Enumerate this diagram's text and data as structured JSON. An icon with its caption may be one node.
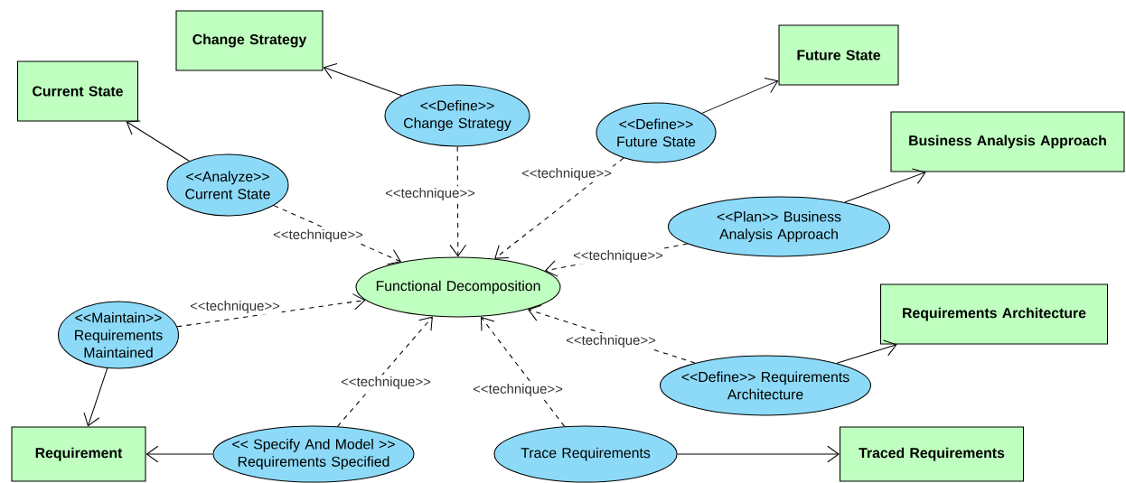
{
  "diagram": {
    "nodes": [
      {
        "text": [
          "Change Strategy"
        ]
      },
      {
        "text": [
          "Current State"
        ]
      },
      {
        "text": [
          "Future State"
        ]
      },
      {
        "text": [
          "<<Define>> Change Strategy"
        ]
      },
      {
        "text": [
          "<<Define>> Future State"
        ]
      },
      {
        "text": [
          "Business Analysis Approach"
        ]
      },
      {
        "text": [
          "<<Analyze>> Current State"
        ]
      },
      {
        "text": [
          "<<Plan>> Business Analysis Approach"
        ]
      },
      {
        "text": [
          "Functional Decomposition"
        ]
      },
      {
        "text": [
          "Requirements Architecture"
        ]
      },
      {
        "text": [
          "<<Maintain>> Requirements Maintained"
        ]
      },
      {
        "text": [
          "<<Define>> Requirements Architecture"
        ]
      },
      {
        "text": [
          "Requirement"
        ]
      },
      {
        "text": [
          "<< Specify And Model >> Requirements Specified"
        ]
      },
      {
        "text": [
          "Trace Requirements"
        ]
      },
      {
        "text": [
          "Traced Requirements"
        ]
      }
    ],
    "edges": [
      {
        "from": 3,
        "to": 0,
        "arrow": "to"
      },
      {
        "from": 6,
        "to": 1,
        "arrow": "to"
      },
      {
        "from": 4,
        "to": 2,
        "arrow": "to"
      },
      {
        "from": 7,
        "to": 5,
        "arrow": "to"
      },
      {
        "from": 6,
        "to": 8,
        "arrow": "to",
        "label": "<<technique>>",
        "style": "dashed"
      },
      {
        "from": 3,
        "to": 8,
        "arrow": "to",
        "label": "<<technique>>",
        "style": "dashed"
      },
      {
        "from": 4,
        "to": 8,
        "arrow": "to",
        "label": "<<technique>>",
        "style": "dashed"
      },
      {
        "from": 7,
        "to": 8,
        "arrow": "to",
        "label": "<<technique>>",
        "style": "dashed"
      },
      {
        "from": 10,
        "to": 8,
        "arrow": "to",
        "label": "<<technique>>",
        "style": "dashed"
      },
      {
        "from": 11,
        "to": 8,
        "arrow": "to",
        "label": "<<technique>>",
        "style": "dashed"
      },
      {
        "from": 13,
        "to": 8,
        "arrow": "to",
        "label": "<<technique>>",
        "style": "dashed"
      },
      {
        "from": 14,
        "to": 8,
        "arrow": "to",
        "label": "<<technique>>",
        "style": "dashed"
      },
      {
        "from": 11,
        "to": 9,
        "arrow": "to"
      },
      {
        "from": 10,
        "to": 12,
        "arrow": "to"
      },
      {
        "from": 13,
        "to": 12,
        "arrow": "to"
      },
      {
        "from": 14,
        "to": 15,
        "arrow": "to"
      }
    ]
  }
}
